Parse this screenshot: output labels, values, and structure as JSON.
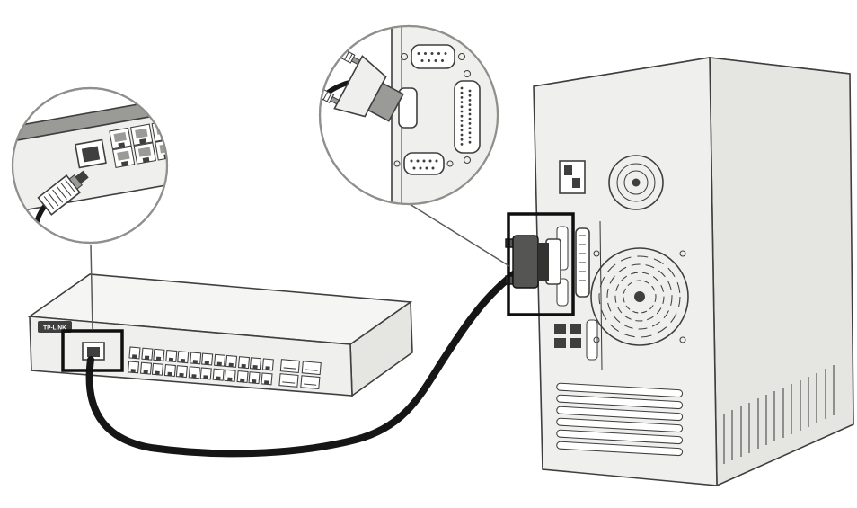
{
  "diagram": {
    "kind": "hardware-connection-illustration",
    "description": "Console cable connecting a network switch console port to a computer serial COM port",
    "switch": {
      "brand_label": "TP-LINK"
    },
    "callouts": {
      "left": "switch-console-port-closeup",
      "center": "computer-serial-port-closeup"
    },
    "colors": {
      "background": "#ffffff",
      "outline": "#3f3f3f",
      "panel_light": "#f5f5f3",
      "panel_mid": "#efefed",
      "panel_shadow": "#e5e5e2",
      "cable_black": "#161616",
      "highlight_box": "#0f0f0f",
      "callout_ring": "#8f8f8c"
    }
  }
}
